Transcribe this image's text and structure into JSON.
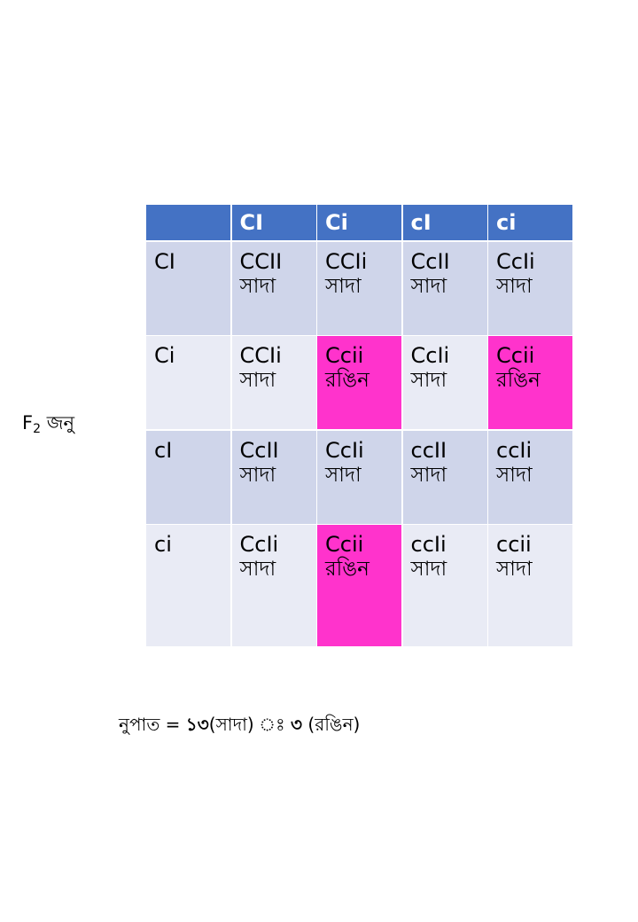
{
  "generation_label": {
    "main": "F",
    "sub": "2",
    "word": "জনু"
  },
  "colors": {
    "header": "#4472c4",
    "row_odd": "#cfd5ea",
    "row_even": "#e9ebf5",
    "highlight": "#ff33cc"
  },
  "header": [
    "",
    "CI",
    "Ci",
    "cI",
    "ci"
  ],
  "rows": [
    {
      "label": "CI",
      "cells": [
        {
          "genotype": "CCII",
          "phenotype": "সাদা"
        },
        {
          "genotype": "CCIi",
          "phenotype": "সাদা"
        },
        {
          "genotype": "CcII",
          "phenotype": "সাদা"
        },
        {
          "genotype": "CcIi",
          "phenotype": "সাদা"
        }
      ]
    },
    {
      "label": "Ci",
      "cells": [
        {
          "genotype": "CCIi",
          "phenotype": "সাদা"
        },
        {
          "genotype": "Ccii",
          "phenotype": "রঙিন"
        },
        {
          "genotype": "CcIi",
          "phenotype": "সাদা"
        },
        {
          "genotype": "Ccii",
          "phenotype": "রঙিন"
        }
      ]
    },
    {
      "label": "cI",
      "cells": [
        {
          "genotype": "CcII",
          "phenotype": "সাদা"
        },
        {
          "genotype": "CcIi",
          "phenotype": "সাদা"
        },
        {
          "genotype": "ccII",
          "phenotype": "সাদা"
        },
        {
          "genotype": "ccIi",
          "phenotype": "সাদা"
        }
      ]
    },
    {
      "label": "ci",
      "cells": [
        {
          "genotype": "CcIi",
          "phenotype": "সাদা"
        },
        {
          "genotype": "Ccii",
          "phenotype": "রঙিন"
        },
        {
          "genotype": "ccIi",
          "phenotype": "সাদা"
        },
        {
          "genotype": "ccii",
          "phenotype": "সাদা"
        }
      ]
    }
  ],
  "ratio": {
    "prefix": "নুপাত = ",
    "white_count": "১৩",
    "white_label": "(সাদা)",
    "separator": " ঃ ",
    "colored_count": "৩",
    "colored_label": " (রঙিন)"
  }
}
